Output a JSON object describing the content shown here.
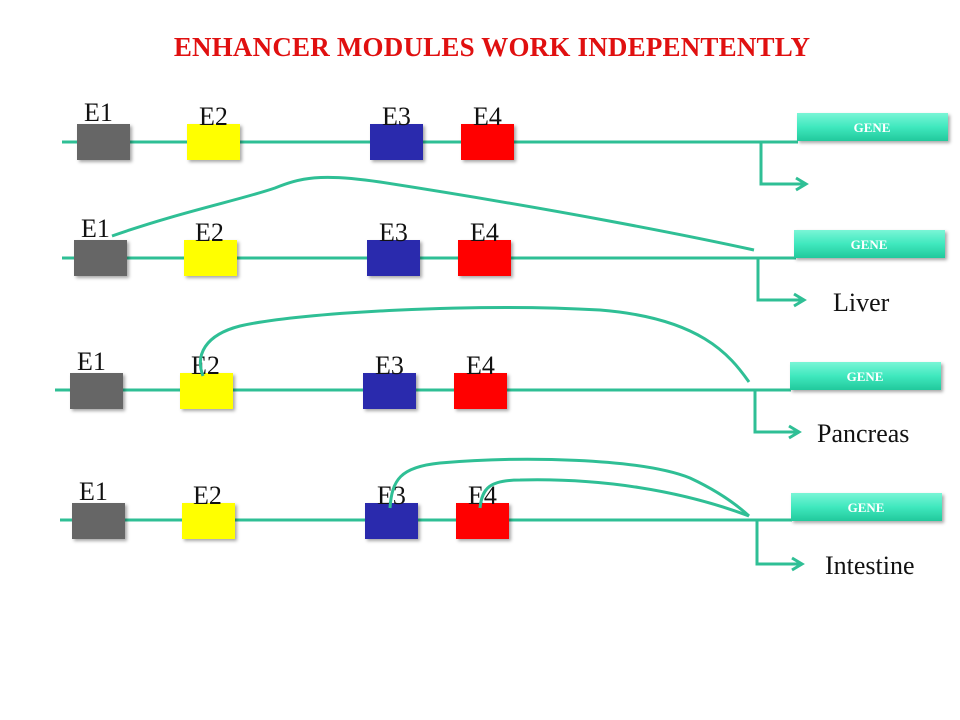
{
  "title": "ENHANCER MODULES WORK INDEPENTENTLY",
  "colors": {
    "title": "#e01010",
    "line": "#2fbf95",
    "gene_box": "#3fe8be",
    "E1": "#666666",
    "E2": "#ffff00",
    "E3": "#2a2aad",
    "E4": "#ff0000"
  },
  "enhancer_labels": [
    "E1",
    "E2",
    "E3",
    "E4"
  ],
  "gene_label": "GENE",
  "rows": [
    {
      "tissue": "",
      "active_enhancers": []
    },
    {
      "tissue": "Liver",
      "active_enhancers": [
        "E1"
      ]
    },
    {
      "tissue": "Pancreas",
      "active_enhancers": [
        "E2"
      ]
    },
    {
      "tissue": "Intestine",
      "active_enhancers": [
        "E3",
        "E4"
      ]
    }
  ]
}
